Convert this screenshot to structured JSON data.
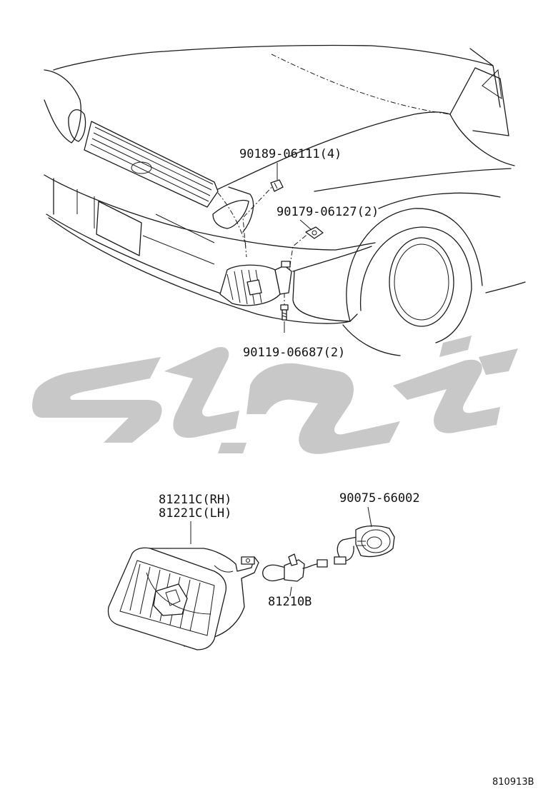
{
  "callouts": {
    "clip": "90189-06111(4)",
    "nut": "90179-06127(2)",
    "bolt": "90119-06687(2)",
    "lamp_rh": "81211C(RH)",
    "lamp_lh": "81221C(LH)",
    "socket": "90075-66002",
    "bulb": "81210B"
  },
  "drawing_code": "810913B",
  "watermark_color": "#c8c8c8",
  "icons": [
    "fog-lamp-assembly-icon",
    "bulb-icon",
    "socket-wire-icon",
    "bolt-icon",
    "clip-icon",
    "nut-icon"
  ]
}
